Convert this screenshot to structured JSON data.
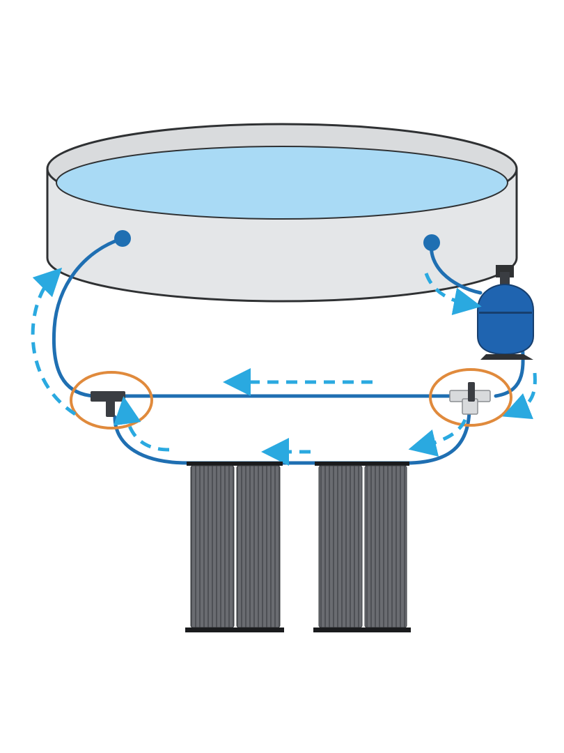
{
  "diagram": {
    "type": "pool-solar-heater-plumbing",
    "components": [
      {
        "id": "pool",
        "icon": "above-ground-pool"
      },
      {
        "id": "pool-outlet",
        "icon": "pool-return-port"
      },
      {
        "id": "pool-inlet",
        "icon": "pool-skimmer-port"
      },
      {
        "id": "filter",
        "icon": "sand-filter-tank"
      },
      {
        "id": "t-connector",
        "icon": "t-connector",
        "highlighted": true
      },
      {
        "id": "bypass-valve",
        "icon": "three-way-valve",
        "highlighted": true
      },
      {
        "id": "solar-panels",
        "icon": "solar-panel",
        "count": 4
      }
    ],
    "flow": [
      "pool-inlet",
      "filter",
      "bypass-valve",
      "solar-panels",
      "t-connector",
      "pool-outlet"
    ],
    "colors": {
      "pool_wall": "#e4e6e8",
      "water": "#a9daf5",
      "pipe": "#1f6fb2",
      "flow_arrow": "#2aa9e0",
      "highlight_ring": "#e08a3c",
      "filter": "#1f64b0",
      "panel": "#5f6166",
      "fitting": "#3a3d42"
    }
  }
}
